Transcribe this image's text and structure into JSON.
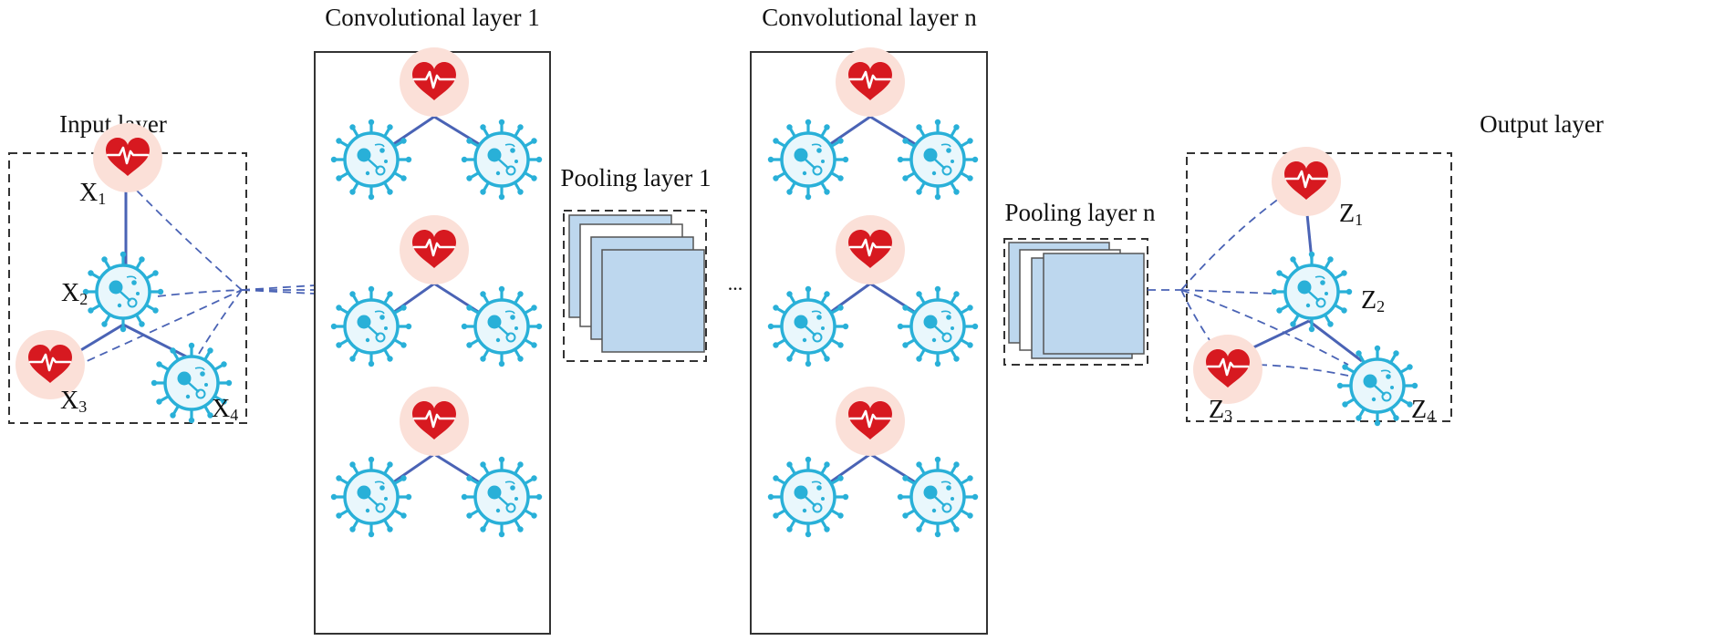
{
  "colors": {
    "heart_bg": "#fbe0d8",
    "heart": "#d71920",
    "virus": "#29b0d8",
    "virus_fill": "#e9f7fc",
    "edge": "#4a63b5",
    "box_line": "#333333",
    "map_fill": "#bdd7ee"
  },
  "icons": {
    "heart": "heart-pulse-icon",
    "virus": "virus-cell-icon",
    "feature_map": "feature-map-icon"
  },
  "input_layer": {
    "title": "Input layer",
    "nodes": [
      {
        "letter": "X",
        "sub": "1",
        "type": "heart"
      },
      {
        "letter": "X",
        "sub": "2",
        "type": "virus"
      },
      {
        "letter": "X",
        "sub": "3",
        "type": "heart"
      },
      {
        "letter": "X",
        "sub": "4",
        "type": "virus"
      }
    ]
  },
  "conv_layer_1": {
    "title": "Convolutional layer 1"
  },
  "pooling_layer_1": {
    "title": "Pooling layer 1"
  },
  "ellipsis": "...",
  "conv_layer_n": {
    "title": "Convolutional layer n"
  },
  "pooling_layer_n": {
    "title": "Pooling layer n"
  },
  "output_layer": {
    "title": "Output layer",
    "nodes": [
      {
        "letter": "Z",
        "sub": "1",
        "type": "heart"
      },
      {
        "letter": "Z",
        "sub": "2",
        "type": "virus"
      },
      {
        "letter": "Z",
        "sub": "3",
        "type": "heart"
      },
      {
        "letter": "Z",
        "sub": "4",
        "type": "virus"
      }
    ]
  }
}
